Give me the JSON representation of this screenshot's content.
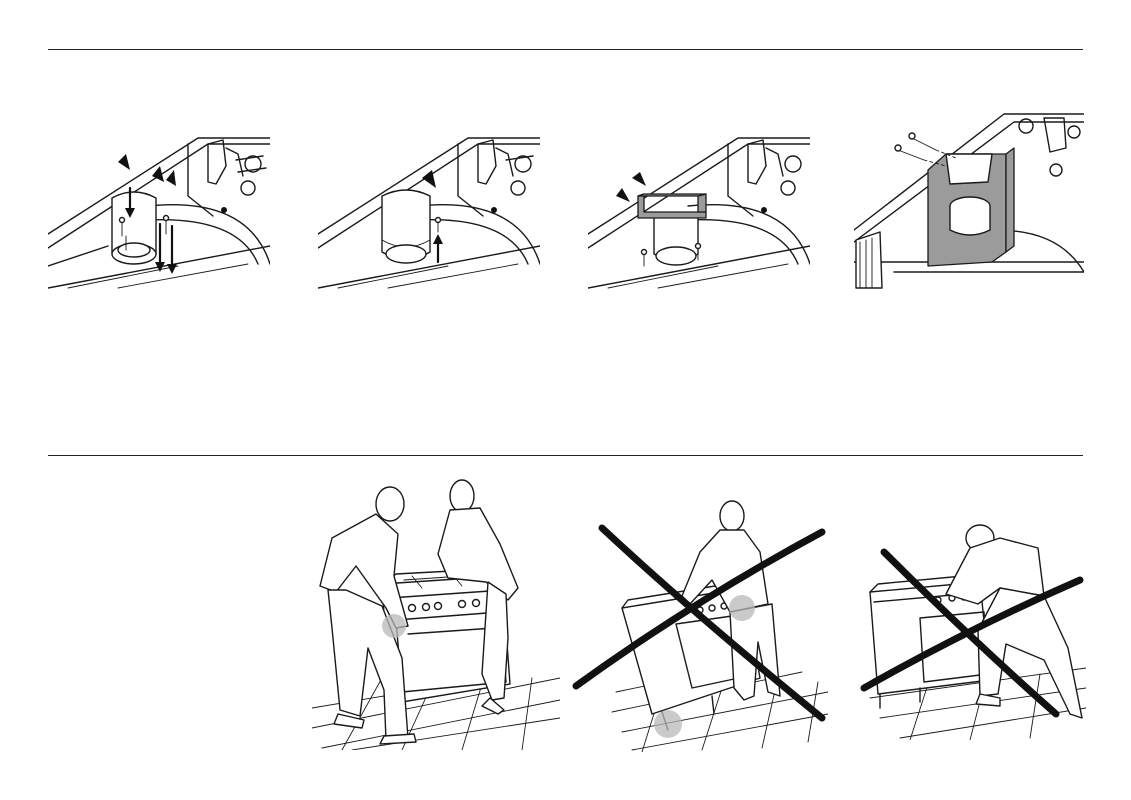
{
  "sections": {
    "top": {
      "divider": "top-section-divider"
    },
    "bottom": {
      "divider": "bottom-section-divider"
    }
  },
  "installation_steps": [
    {
      "name": "step-1-fit-flue-spigot",
      "icon": "arrows-down-screws"
    },
    {
      "name": "step-2-align-spigot",
      "icon": "arrow-up-screw"
    },
    {
      "name": "step-3-attach-bracket",
      "icon": "bracket-screws"
    },
    {
      "name": "step-4-fit-flue-cover",
      "icon": "flue-cover-gray"
    }
  ],
  "lifting_guidance": [
    {
      "name": "correct-two-person-lift",
      "status": "correct"
    },
    {
      "name": "incorrect-lift-by-door",
      "status": "incorrect",
      "mark": "cross"
    },
    {
      "name": "incorrect-push-by-cooktop",
      "status": "incorrect",
      "mark": "cross"
    }
  ],
  "colors": {
    "line": "#1a1a1a",
    "fill_gray": "#9b9b9b",
    "highlight": "#b8b8b8",
    "background": "#ffffff"
  }
}
